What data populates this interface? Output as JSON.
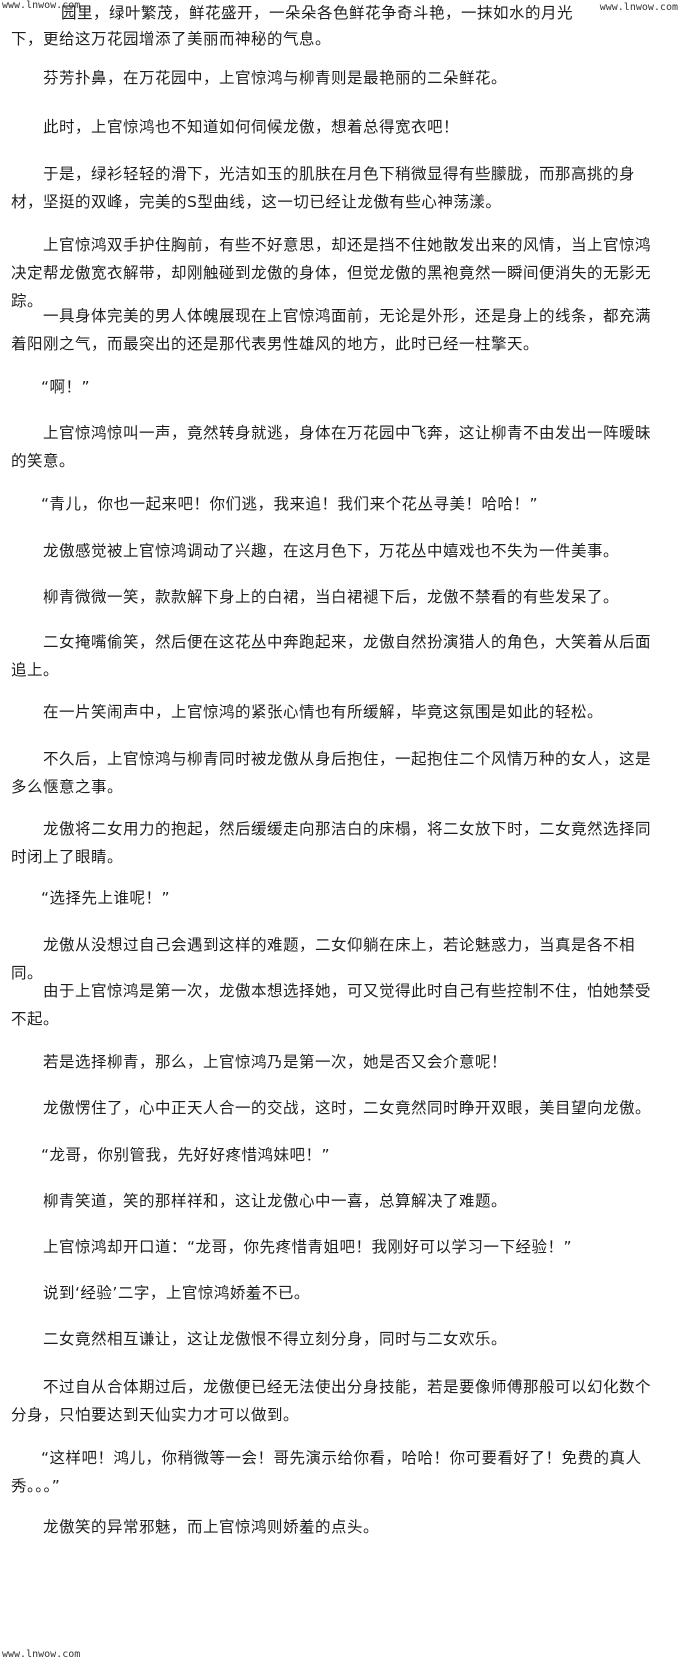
{
  "watermarks": {
    "top_left": "www.lnwow.com",
    "top_right": "www.lnwow.com",
    "bottom_left": "www.lnwow.com"
  },
  "paragraphs": [
    "园里，绿叶繁茂，鲜花盛开，一朵朵各色鲜花争奇斗艳，一抹如水的月光",
    "下，更给这万花园增添了美丽而神秘的气息。",
    "芬芳扑鼻，在万花园中，上官惊鸿与柳青则是最艳丽的二朵鲜花。",
    "此时，上官惊鸿也不知道如何伺候龙傲，想着总得宽衣吧！",
    "于是，绿衫轻轻的滑下，光洁如玉的肌肤在月色下稍微显得有些朦胧，而那高挑的身材，坚挺的双峰，完美的S型曲线，这一切已经让龙傲有些心神荡漾。",
    "上官惊鸿双手护住胸前，有些不好意思，却还是挡不住她散发出来的风情，当上官惊鸿决定帮龙傲宽衣解带，却刚触碰到龙傲的身体，但觉龙傲的黑袍竟然一瞬间便消失的无影无踪。",
    "一具身体完美的男人体魄展现在上官惊鸿面前，无论是外形，还是身上的线条，都充满着阳刚之气，而最突出的还是那代表男性雄风的地方，此时已经一柱擎天。",
    "“啊！”",
    "上官惊鸿惊叫一声，竟然转身就逃，身体在万花园中飞奔，这让柳青不由发出一阵暧昧的笑意。",
    "“青儿，你也一起来吧！你们逃，我来追！我们来个花丛寻美！哈哈！”",
    "龙傲感觉被上官惊鸿调动了兴趣，在这月色下，万花丛中嬉戏也不失为一件美事。",
    "柳青微微一笑，款款解下身上的白裙，当白裙褪下后，龙傲不禁看的有些发呆了。",
    "二女掩嘴偷笑，然后便在这花丛中奔跑起来，龙傲自然扮演猎人的角色，大笑着从后面追上。",
    "在一片笑闹声中，上官惊鸿的紧张心情也有所缓解，毕竟这氛围是如此的轻松。",
    "不久后，上官惊鸿与柳青同时被龙傲从身后抱住，一起抱住二个风情万种的女人，这是多么惬意之事。",
    "龙傲将二女用力的抱起，然后缓缓走向那洁白的床榻，将二女放下时，二女竟然选择同时闭上了眼睛。",
    "“选择先上谁呢！”",
    "龙傲从没想过自己会遇到这样的难题，二女仰躺在床上，若论魅惑力，当真是各不相同。",
    "由于上官惊鸿是第一次，龙傲本想选择她，可又觉得此时自己有些控制不住，怕她禁受不起。",
    "若是选择柳青，那么，上官惊鸿乃是第一次，她是否又会介意呢！",
    "龙傲愣住了，心中正天人合一的交战，这时，二女竟然同时睁开双眼，美目望向龙傲。",
    "“龙哥，你别管我，先好好疼惜鸿妹吧！”",
    "柳青笑道，笑的那样祥和，这让龙傲心中一喜，总算解决了难题。",
    "上官惊鸿却开口道：“龙哥，你先疼惜青姐吧！我刚好可以学习一下经验！”",
    "说到‘经验’二字，上官惊鸿娇羞不已。",
    "二女竟然相互谦让，这让龙傲恨不得立刻分身，同时与二女欢乐。",
    "不过自从合体期过后，龙傲便已经无法使出分身技能，若是要像师傅那般可以幻化数个分身，只怕要达到天仙实力才可以做到。",
    "“这样吧！鸿儿，你稍微等一会！哥先演示给你看，哈哈！你可要看好了！免费的真人秀。。。”",
    "龙傲笑的异常邪魅，而上官惊鸿则娇羞的点头。"
  ]
}
